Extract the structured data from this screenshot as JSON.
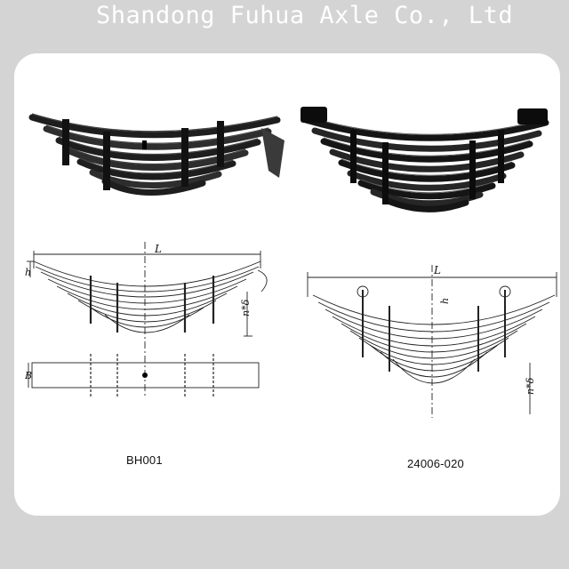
{
  "watermark": {
    "text": "Shandong Fuhua Axle Co., Ltd"
  },
  "products": [
    {
      "name": "leaf-spring-bh001",
      "caption": "BH001",
      "dim_labels": [
        "L",
        "h",
        "n*δ",
        "B"
      ]
    },
    {
      "name": "leaf-spring-24006-020",
      "caption": "24006-020",
      "dim_labels": [
        "L",
        "h",
        "n*δ"
      ]
    }
  ]
}
